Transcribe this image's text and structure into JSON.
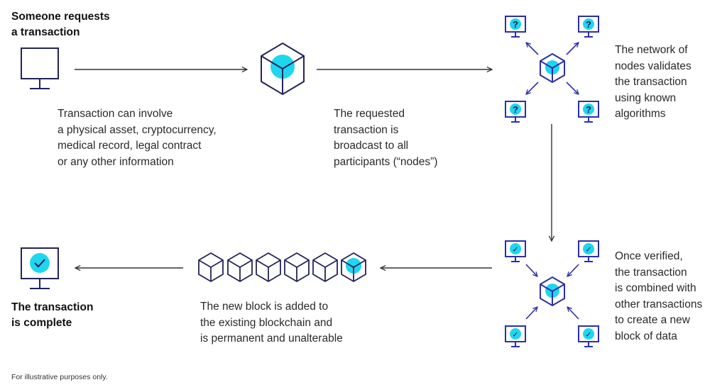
{
  "steps": {
    "request": {
      "title": "Someone requests\na transaction",
      "caption": "Transaction can involve\na physical asset, cryptocurrency,\nmedical record, legal contract\nor any other information"
    },
    "broadcast": {
      "caption": "The requested\ntransaction is\nbroadcast to all\nparticipants (“nodes”)"
    },
    "validate": {
      "caption": "The network of\nnodes validates\nthe transaction\nusing known\nalgorithms"
    },
    "combine": {
      "caption": "Once verified,\nthe transaction\nis combined with\nother transactions\nto create a new\nblock of data"
    },
    "chain": {
      "caption": "The new block is added to\nthe existing blockchain and\nis permanent and unalterable"
    },
    "complete": {
      "title": "The transaction\nis complete"
    }
  },
  "icons": {
    "node_pending_glyph": "?",
    "node_verified_glyph": "✓"
  },
  "footer": {
    "note": "For illustrative purposes only."
  },
  "colors": {
    "accent_cyan": "#1fd6ef",
    "node_blue": "#2d2fa8",
    "outline_navy": "#23235a",
    "arrow_gray": "#333333"
  }
}
